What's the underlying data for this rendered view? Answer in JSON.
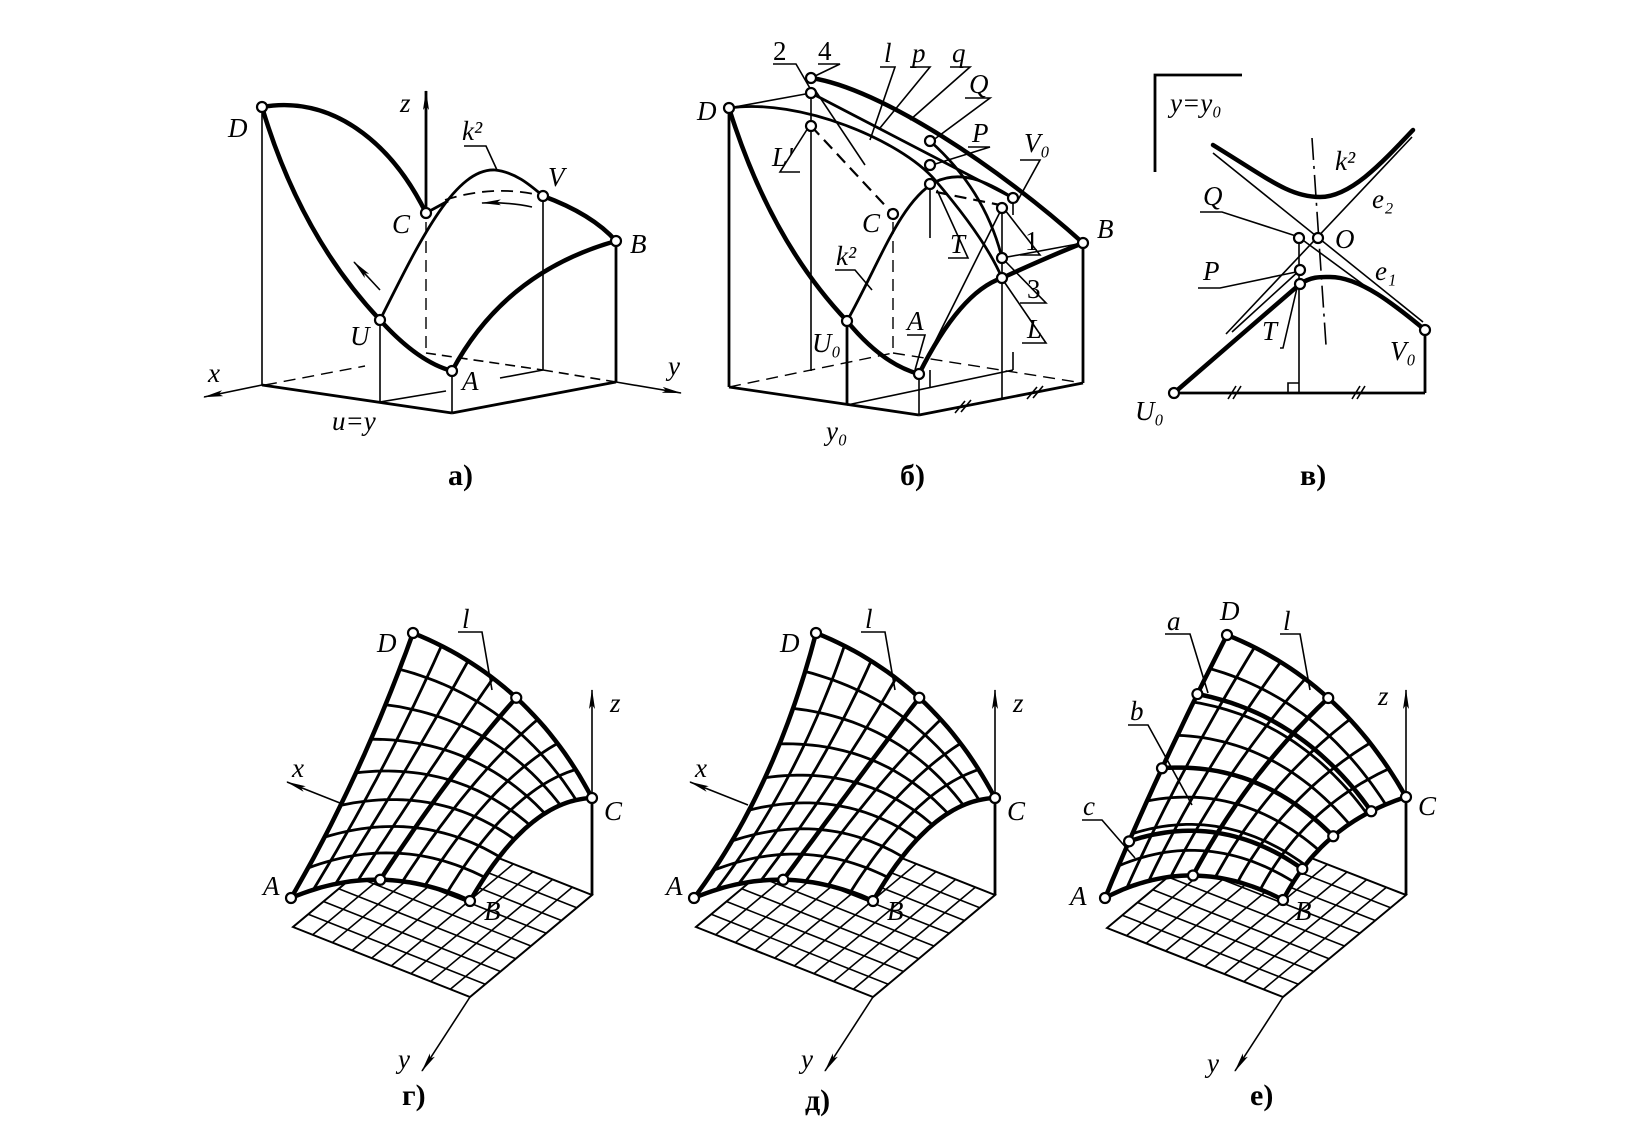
{
  "colors": {
    "ink": "#000000",
    "paper": "#ffffff"
  },
  "panel_a": {
    "caption": "а)",
    "labels": {
      "D": "D",
      "z": "z",
      "k2": "k²",
      "C": "C",
      "V": "V",
      "B": "B",
      "U": "U",
      "x": "x",
      "y": "y",
      "A": "A",
      "uy": "u=y"
    }
  },
  "panel_b": {
    "caption": "б)",
    "labels": {
      "n2": "2",
      "n4": "4",
      "l": "l",
      "p": "p",
      "q": "q",
      "Q": "Q",
      "P": "P",
      "V0": "V₀",
      "D": "D",
      "Lp": "L'",
      "C": "C",
      "T": "T",
      "n1": "1",
      "B": "B",
      "k2": "k²",
      "n3": "3",
      "U0": "U₀",
      "A": "A",
      "L": "L",
      "y0": "y₀"
    }
  },
  "panel_v": {
    "caption": "в)",
    "labels": {
      "section": "y=y₀",
      "k2": "k²",
      "Q": "Q",
      "O": "O",
      "e2": "e₂",
      "P": "P",
      "e1": "e₁",
      "T": "T",
      "V0": "V₀",
      "U0": "U₀"
    }
  },
  "panel_g": {
    "caption": "г)",
    "labels": {
      "D": "D",
      "l": "l",
      "z": "z",
      "x": "x",
      "C": "C",
      "A": "A",
      "B": "B",
      "y": "y"
    }
  },
  "panel_d": {
    "caption": "д)",
    "labels": {
      "D": "D",
      "l": "l",
      "z": "z",
      "x": "x",
      "C": "C",
      "A": "A",
      "B": "B",
      "y": "y"
    }
  },
  "panel_e": {
    "caption": "е)",
    "labels": {
      "a": "a",
      "D": "D",
      "l": "l",
      "z": "z",
      "b": "b",
      "C": "C",
      "c": "c",
      "A": "A",
      "B": "B",
      "y": "y"
    }
  }
}
